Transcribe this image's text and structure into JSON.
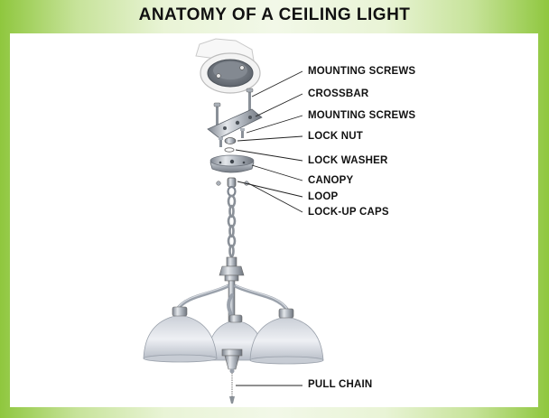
{
  "title": "ANATOMY OF A CEILING LIGHT",
  "labels": {
    "mounting_screws_top": "MOUNTING SCREWS",
    "crossbar": "CROSSBAR",
    "mounting_screws_lower": "MOUNTING SCREWS",
    "lock_nut": "LOCK NUT",
    "lock_washer": "LOCK WASHER",
    "canopy": "CANOPY",
    "loop": "LOOP",
    "lock_up_caps": "LOCK-UP CAPS",
    "pull_chain": "PULL CHAIN"
  },
  "colors": {
    "frame_green": "#8fc73e",
    "metal": "#9aa1ab",
    "glass": "#dfe3ea",
    "leader_line": "#222222"
  }
}
